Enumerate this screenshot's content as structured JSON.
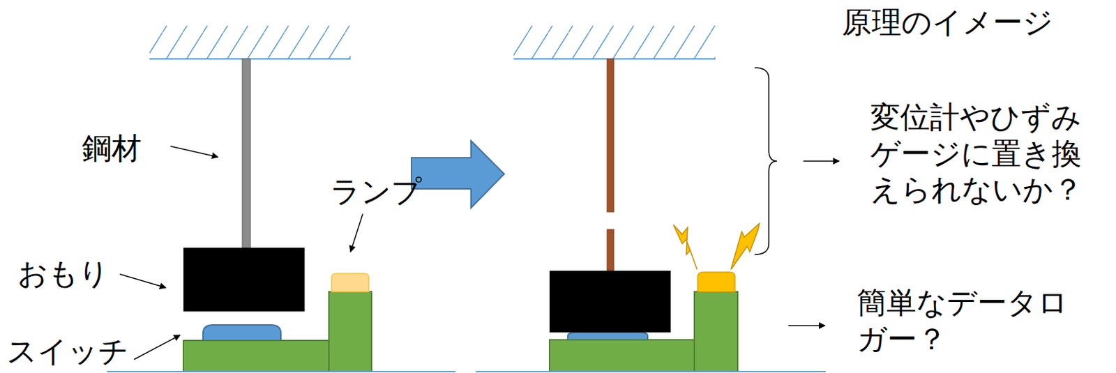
{
  "diagram": {
    "title": "原理のイメージ",
    "labels": [
      "鋼材",
      "ランプ",
      "おもり",
      "スイッチ",
      "変位計やひずみゲージに置き換えられないか？",
      "簡単なデータロガー？"
    ]
  }
}
